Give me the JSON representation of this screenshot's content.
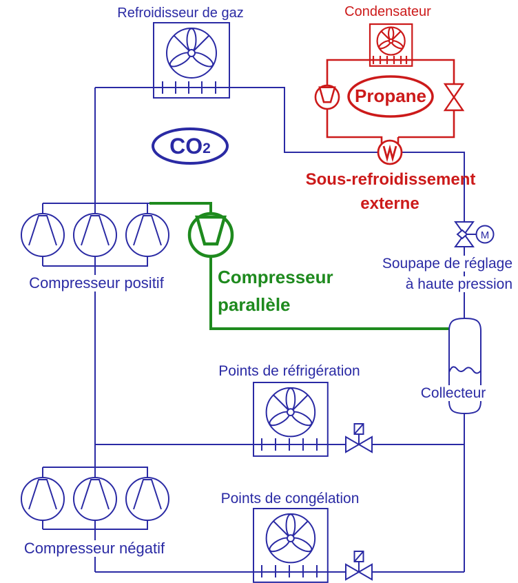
{
  "colors": {
    "pipe_blue": "#2A2AA4",
    "pipe_red": "#CC1A1A",
    "pipe_green": "#1E8A1E",
    "background": "#FFFFFF"
  },
  "labels": {
    "gas_cooler": "Refroidisseur de gaz",
    "condenser": "Condensateur",
    "propane": "Propane",
    "co2_main": "CO",
    "co2_sub": "2",
    "subcooling_line1": "Sous-refroidissement",
    "subcooling_line2": "externe",
    "hp_valve_line1": "Soupape de réglage",
    "hp_valve_line2": "à haute pression",
    "motor": "M",
    "positive_compressor": "Compresseur positif",
    "parallel_compressor_line1": "Compresseur",
    "parallel_compressor_line2": "parallèle",
    "negative_compressor": "Compresseur négatif",
    "refrigeration_points": "Points de réfrigération",
    "freezing_points": "Points de congélation",
    "collector": "Collecteur"
  }
}
